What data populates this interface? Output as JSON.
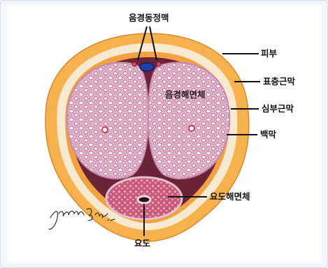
{
  "labels": {
    "dorsal_vein": "음경동정맥",
    "skin": "피부",
    "superficial_fascia": "표층근막",
    "deep_fascia": "심부근막",
    "tunica": "백막",
    "corpus_cavernosum": "음경해면체",
    "corpus_spongiosum": "요도해면체",
    "urethra": "요도"
  },
  "signature": "Jimmie Bye M.D.",
  "colors": {
    "skin_orange": "#f7b24d",
    "fascia_cream": "#f7ead0",
    "deep_fascia_orange": "#f3a240",
    "tunica_dark": "#6b2338",
    "cavernosum_pink": "#d99cbf",
    "spongiosum_red": "#c24e6a",
    "vein_blue": "#1f3ea8"
  }
}
